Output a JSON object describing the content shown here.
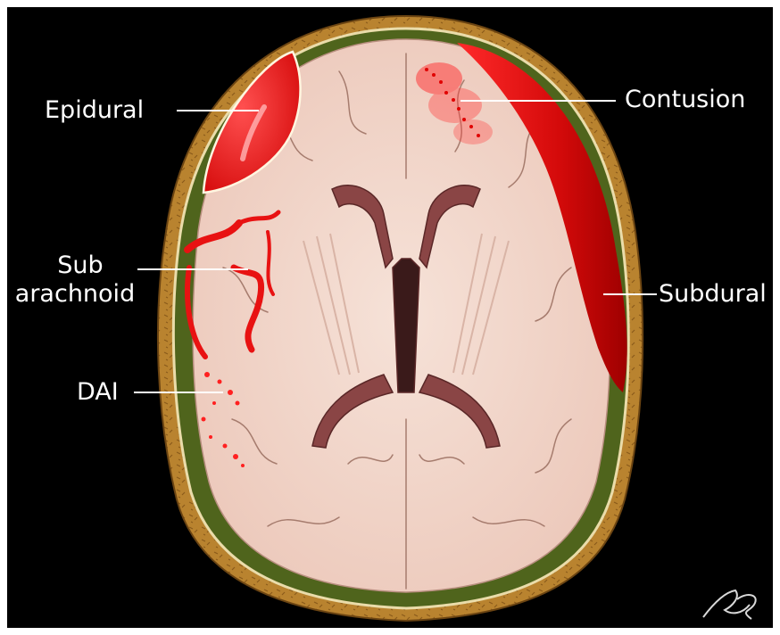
{
  "labels": {
    "epidural": "Epidural",
    "contusion": "Contusion",
    "sub_line1": "Sub",
    "sub_line2": "arachnoid",
    "subdural": "Subdural",
    "dai": "DAI"
  },
  "signature": "RS",
  "colors": {
    "background": "#000000",
    "skull": "#b07a2a",
    "dura_line": "#e8d9a8",
    "csf": "#556b1f",
    "brain": "#f2d7cc",
    "ventricle": "#8a4545",
    "hemorrhage": "#e81212"
  }
}
